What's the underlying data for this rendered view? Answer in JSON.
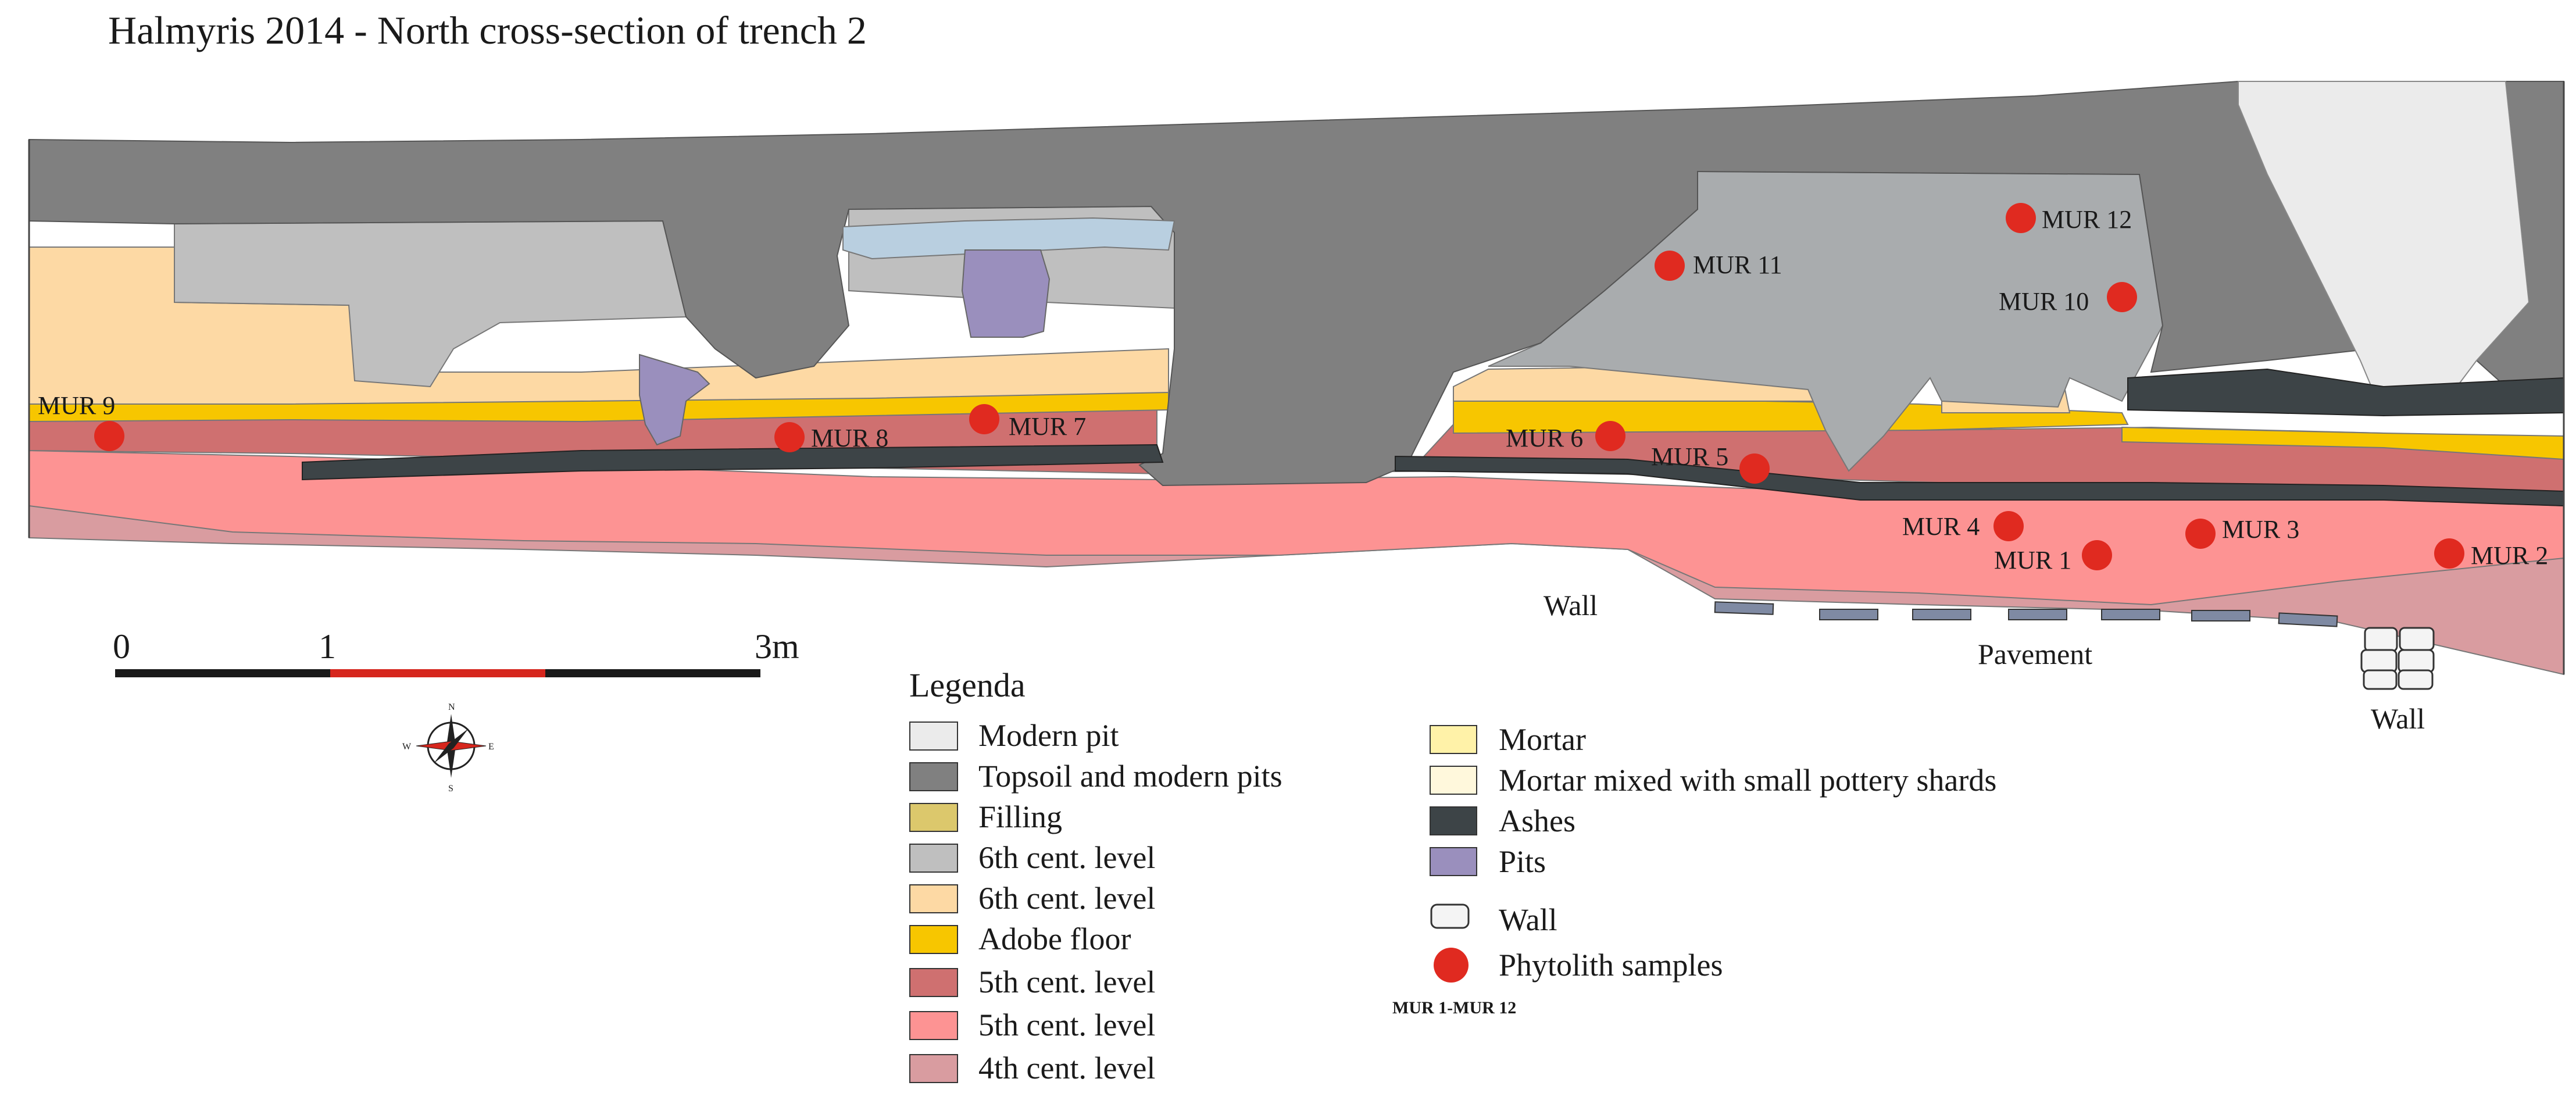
{
  "title": "Halmyris 2014 - North cross-section of trench 2",
  "colors": {
    "modern_pit": "#ebebeb",
    "topsoil": "#808080",
    "filling": "#dcc86c",
    "level6_grey": "#bfbfbf",
    "level6_peach": "#fdd9a4",
    "adobe": "#f7c600",
    "level5_dark": "#cf7070",
    "level5_light": "#fd9393",
    "level4": "#d99ca0",
    "mortar": "#fff2a8",
    "mortar_mixed": "#fff8dc",
    "ashes": "#3d4447",
    "pits": "#9a8fbd",
    "mortar_blue": "#b9cfe0",
    "sample": "#e02a20",
    "pavement": "#7f8aa3"
  },
  "section_labels": {
    "wall_left": "Wall",
    "pavement": "Pavement",
    "wall_right": "Wall"
  },
  "samples": [
    {
      "label": "MUR 1"
    },
    {
      "label": "MUR 2"
    },
    {
      "label": "MUR 3"
    },
    {
      "label": "MUR 4"
    },
    {
      "label": "MUR 5"
    },
    {
      "label": "MUR 6"
    },
    {
      "label": "MUR 7"
    },
    {
      "label": "MUR 8"
    },
    {
      "label": "MUR 9"
    },
    {
      "label": "MUR 10"
    },
    {
      "label": "MUR 11"
    },
    {
      "label": "MUR 12"
    }
  ],
  "scale": {
    "ticks": [
      "0",
      "1",
      "3m"
    ]
  },
  "compass": {
    "n": "N",
    "s": "S",
    "e": "E",
    "w": "W"
  },
  "legend": {
    "title": "Legenda",
    "items": [
      {
        "label": "Modern pit",
        "color_key": "modern_pit"
      },
      {
        "label": "Topsoil and modern pits",
        "color_key": "topsoil"
      },
      {
        "label": "Filling",
        "color_key": "filling"
      },
      {
        "label": "6th cent. level",
        "color_key": "level6_grey"
      },
      {
        "label": "6th cent. level",
        "color_key": "level6_peach"
      },
      {
        "label": "Adobe floor",
        "color_key": "adobe"
      },
      {
        "label": "5th cent. level",
        "color_key": "level5_dark"
      },
      {
        "label": "5th cent. level",
        "color_key": "level5_light"
      },
      {
        "label": "4th cent. level",
        "color_key": "level4"
      },
      {
        "label": "Mortar",
        "color_key": "mortar"
      },
      {
        "label": "Mortar mixed with small pottery shards",
        "color_key": "mortar_mixed"
      },
      {
        "label": "Ashes",
        "color_key": "ashes"
      },
      {
        "label": "Pits",
        "color_key": "pits"
      },
      {
        "label": "Wall",
        "color_key": "wall"
      },
      {
        "label": "Phytolith samples",
        "color_key": "sample"
      }
    ],
    "note": "MUR 1-MUR 12"
  }
}
